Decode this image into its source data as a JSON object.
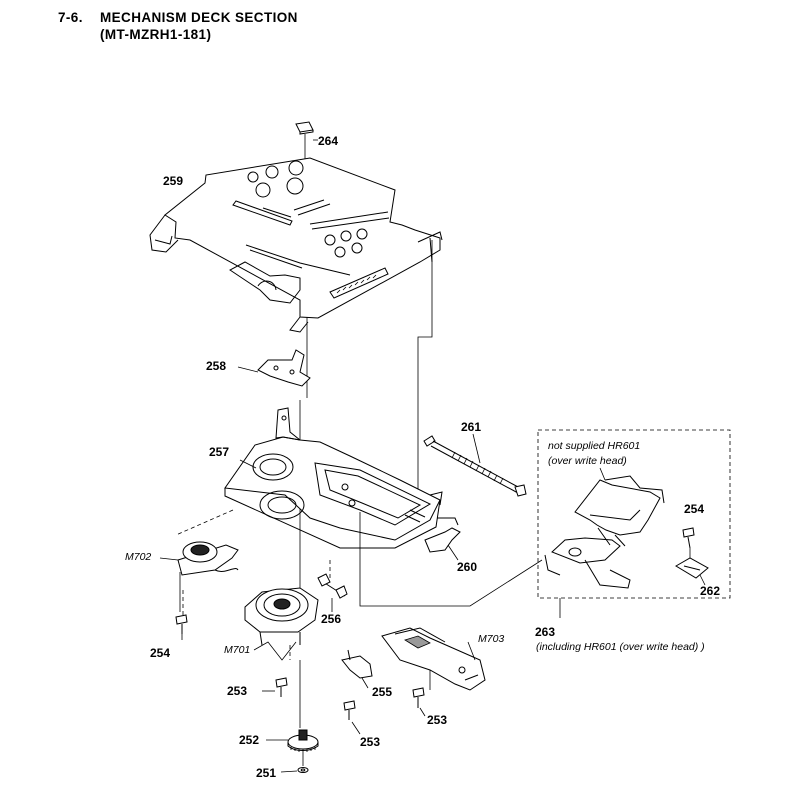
{
  "header": {
    "section_number": "7-6.",
    "section_title": "MECHANISM DECK SECTION",
    "model": "(MT-MZRH1-181)"
  },
  "part_labels": {
    "p264": "264",
    "p259": "259",
    "p258": "258",
    "p257": "257",
    "p261": "261",
    "p254_right": "254",
    "p254_left": "254",
    "p260": "260",
    "p262": "262",
    "p263": "263",
    "p256": "256",
    "p255": "255",
    "p253_left": "253",
    "p253_mid": "253",
    "p253_right": "253",
    "p252": "252",
    "p251": "251",
    "m702": "M702",
    "m701": "M701",
    "m703": "M703"
  },
  "annotations": {
    "not_supplied_line1": "not supplied HR601",
    "not_supplied_line2": "(over write head)",
    "including_note": "(including HR601 (over write head) )"
  }
}
